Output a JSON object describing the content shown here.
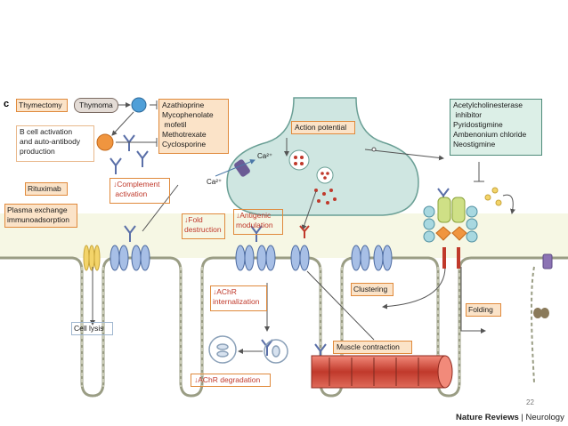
{
  "panel_label": "c",
  "labels": {
    "thymectomy": "Thymectomy",
    "thymoma": "Thymoma",
    "drugs": [
      "Azathioprine",
      "Mycophenolate",
      " mofetil",
      "Methotrexate",
      "Cyclosporine"
    ],
    "b_cell": [
      "B cell activation",
      "and auto-antibody",
      "production"
    ],
    "rituximab": "Rituximab",
    "plasma": [
      "Plasma exchange",
      "immunoadsorption"
    ],
    "complement": [
      "↓Complement",
      " activation"
    ],
    "fold": [
      "↓Fold",
      "destruction"
    ],
    "antigenic": [
      "↓Antigenic",
      "modulation"
    ],
    "action_potential": "Action potential",
    "ca_ion": "Ca²⁺",
    "ache_inhib": [
      "Acetylcholinesterase",
      " inhibitor",
      "Pyridostigmine",
      "Ambenonium chloride",
      "Neostigmine"
    ],
    "internalization": [
      "↓AChR",
      "internalization"
    ],
    "clustering": "Clustering",
    "folding": "Folding",
    "cell_lysis": "Cell lysis",
    "muscle_contraction": "Muscle contraction",
    "degradation": "↓AChR degradation"
  },
  "page_number": "22",
  "credit": {
    "brand": "Nature Reviews",
    "sep": " | ",
    "journal": "Neurology"
  }
}
